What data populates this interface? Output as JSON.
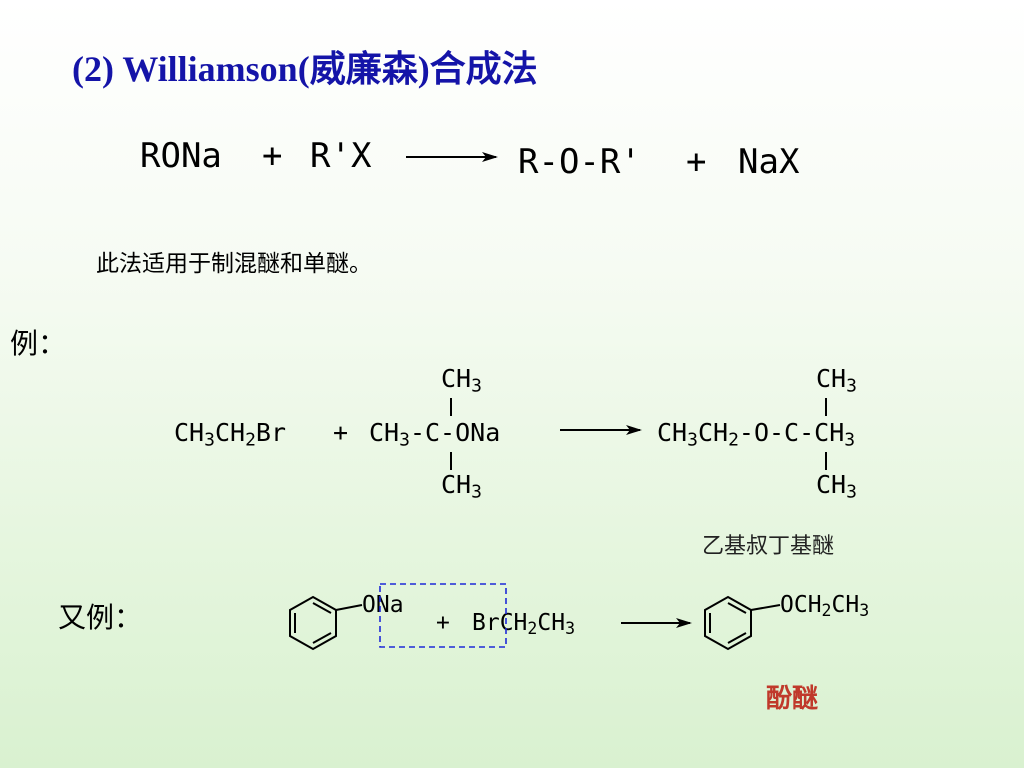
{
  "title": "(2) Williamson(威廉森)合成法",
  "general_reaction": {
    "reactant1": "RONa",
    "plus1": "+",
    "reactant2": "R'X",
    "product1": "R-O-R'",
    "plus2": "+",
    "product2": "NaX"
  },
  "note": "此法适用于制混醚和单醚。",
  "example1": {
    "label": "例：",
    "reactant_a_parts": [
      "CH",
      "3",
      "CH",
      "2",
      "Br"
    ],
    "plus": "+",
    "reactant_b_parts": [
      "CH",
      "3",
      "-C-ONa"
    ],
    "reactant_b_top": [
      "CH",
      "3"
    ],
    "reactant_b_bottom": [
      "CH",
      "3"
    ],
    "product_parts": [
      "CH",
      "3",
      "CH",
      "2",
      "-O-C-CH",
      "3"
    ],
    "product_top": [
      "CH",
      "3"
    ],
    "product_bottom": [
      "CH",
      "3"
    ],
    "product_name": "乙基叔丁基醚"
  },
  "example2": {
    "label": "又例：",
    "reactant_a": "ONa",
    "plus": "+",
    "reactant_b_parts": [
      "Br",
      "CH",
      "2",
      "CH",
      "3"
    ],
    "product_parts": [
      "OCH",
      "2",
      "CH",
      "3"
    ],
    "product_name": "酚醚"
  },
  "colors": {
    "title": "#1414a8",
    "dashed_box": "#1e2ad8",
    "product_name_2": "#c0392b"
  }
}
